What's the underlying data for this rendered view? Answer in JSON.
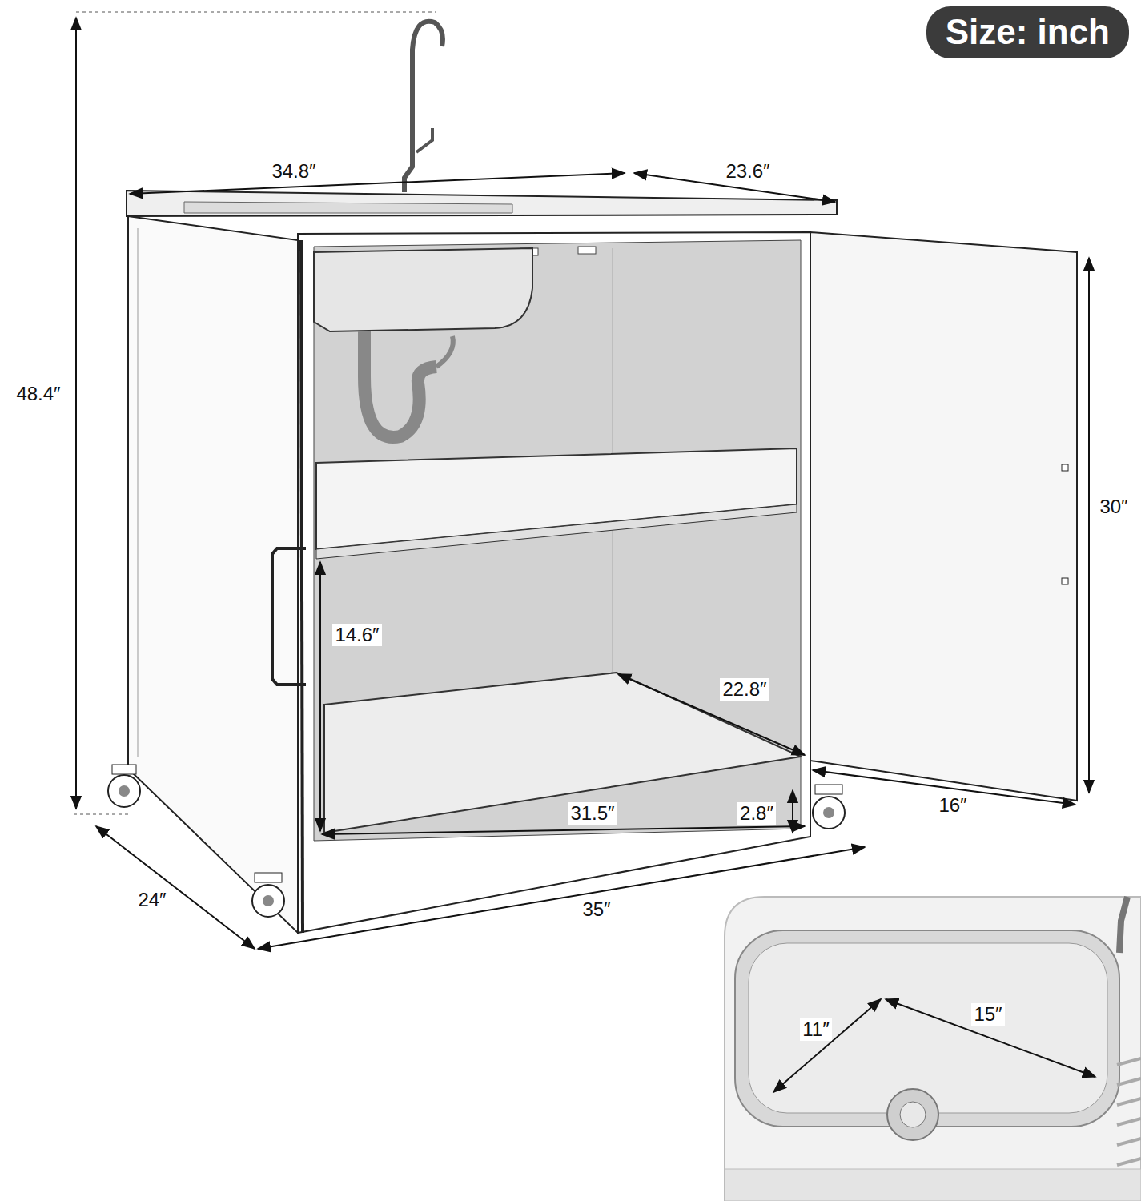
{
  "diagram": {
    "nodes": [
      {
        "text": [
          "Size: inch"
        ]
      }
    ],
    "labels": [
      "48.4″",
      "34.8″",
      "23.6″",
      "30″",
      "14.6″",
      "22.8″",
      "31.5″",
      "2.8″",
      "16″",
      "24″",
      "35″",
      "11″",
      "15″"
    ]
  }
}
